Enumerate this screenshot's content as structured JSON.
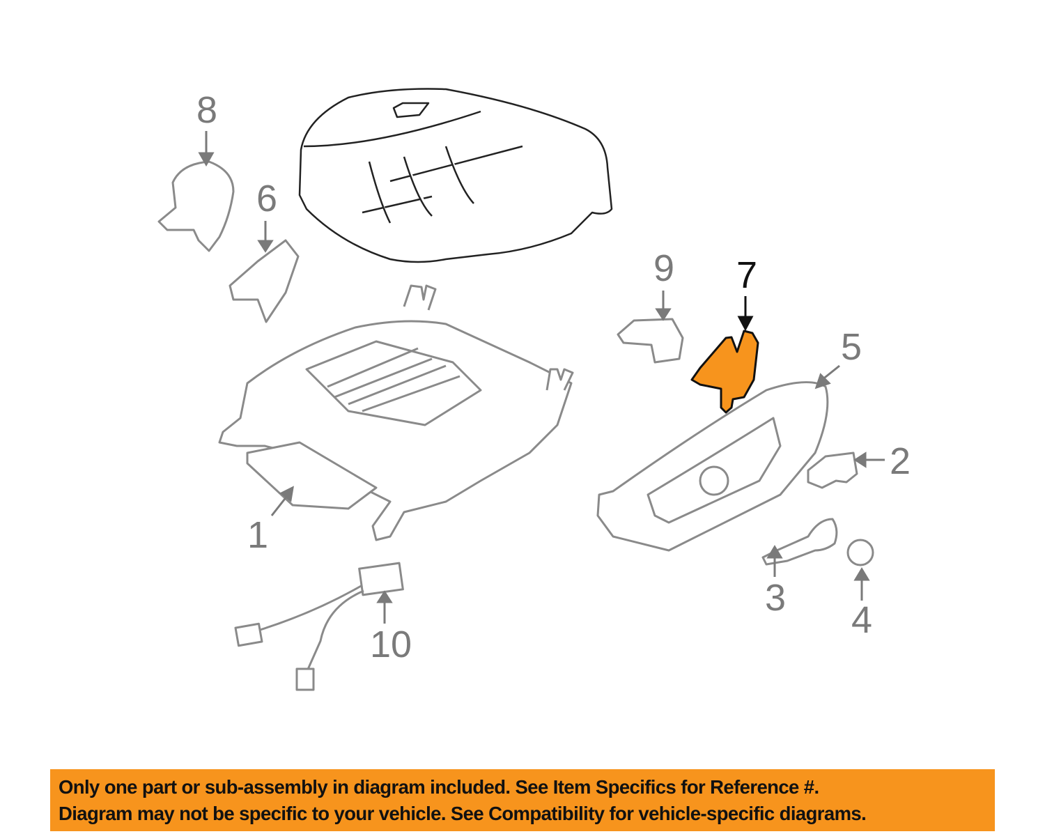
{
  "diagram": {
    "callouts": [
      {
        "id": "1",
        "label": "1"
      },
      {
        "id": "2",
        "label": "2"
      },
      {
        "id": "3",
        "label": "3"
      },
      {
        "id": "4",
        "label": "4"
      },
      {
        "id": "5",
        "label": "5"
      },
      {
        "id": "6",
        "label": "6"
      },
      {
        "id": "7",
        "label": "7"
      },
      {
        "id": "8",
        "label": "8"
      },
      {
        "id": "9",
        "label": "9"
      },
      {
        "id": "10",
        "label": "10"
      }
    ],
    "highlighted_part": "7",
    "highlight_color": "#F7941D",
    "line_color": "#888888"
  },
  "banner": {
    "line1": "Only one part or sub-assembly in diagram included. See Item Specifics for Reference #.",
    "line2": "Diagram may not be specific to your vehicle. See Compatibility for vehicle-specific diagrams.",
    "color": "#F7941D"
  }
}
